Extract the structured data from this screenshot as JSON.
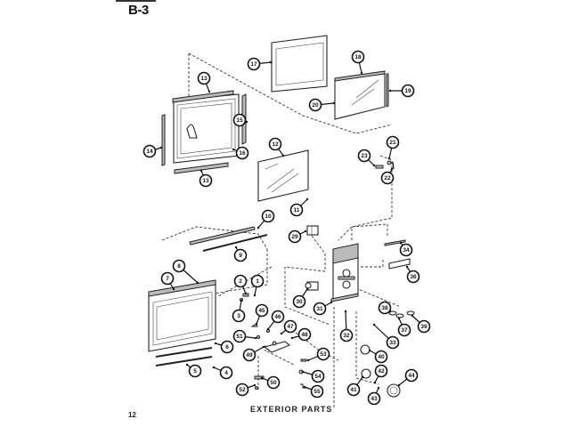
{
  "header": {
    "section_code": "B-3"
  },
  "diagram": {
    "title": "EXTERIOR PARTS",
    "page_number": "12",
    "callouts": [
      {
        "id": "c1",
        "label": "1"
      },
      {
        "id": "c2",
        "label": "2"
      },
      {
        "id": "c3",
        "label": "3"
      },
      {
        "id": "c4",
        "label": "4"
      },
      {
        "id": "c5",
        "label": "5"
      },
      {
        "id": "c6",
        "label": "6"
      },
      {
        "id": "c7",
        "label": "7"
      },
      {
        "id": "c8",
        "label": "8"
      },
      {
        "id": "c9",
        "label": "9"
      },
      {
        "id": "c10",
        "label": "10"
      },
      {
        "id": "c11",
        "label": "11"
      },
      {
        "id": "c12",
        "label": "12"
      },
      {
        "id": "c13a",
        "label": "13"
      },
      {
        "id": "c13b",
        "label": "13"
      },
      {
        "id": "c14",
        "label": "14"
      },
      {
        "id": "c15",
        "label": "15"
      },
      {
        "id": "c16",
        "label": "16"
      },
      {
        "id": "c17",
        "label": "17"
      },
      {
        "id": "c18",
        "label": "18"
      },
      {
        "id": "c19",
        "label": "19"
      },
      {
        "id": "c20",
        "label": "20"
      },
      {
        "id": "c21",
        "label": "21"
      },
      {
        "id": "c22",
        "label": "22"
      },
      {
        "id": "c23",
        "label": "23"
      },
      {
        "id": "c29",
        "label": "29"
      },
      {
        "id": "c30",
        "label": "30"
      },
      {
        "id": "c31",
        "label": "31"
      },
      {
        "id": "c32",
        "label": "32"
      },
      {
        "id": "c33",
        "label": "33"
      },
      {
        "id": "c34",
        "label": "34"
      },
      {
        "id": "c36",
        "label": "36"
      },
      {
        "id": "c37",
        "label": "37"
      },
      {
        "id": "c38",
        "label": "38"
      },
      {
        "id": "c39",
        "label": "39"
      },
      {
        "id": "c40",
        "label": "40"
      },
      {
        "id": "c41",
        "label": "41"
      },
      {
        "id": "c42",
        "label": "42"
      },
      {
        "id": "c43",
        "label": "43"
      },
      {
        "id": "c44",
        "label": "44"
      },
      {
        "id": "c45",
        "label": "45"
      },
      {
        "id": "c46",
        "label": "46"
      },
      {
        "id": "c47",
        "label": "47"
      },
      {
        "id": "c48",
        "label": "48"
      },
      {
        "id": "c49",
        "label": "49"
      },
      {
        "id": "c50",
        "label": "50"
      },
      {
        "id": "c51",
        "label": "51"
      },
      {
        "id": "c52",
        "label": "52"
      },
      {
        "id": "c53",
        "label": "53"
      },
      {
        "id": "c54",
        "label": "54"
      },
      {
        "id": "c55",
        "label": "55"
      }
    ]
  }
}
